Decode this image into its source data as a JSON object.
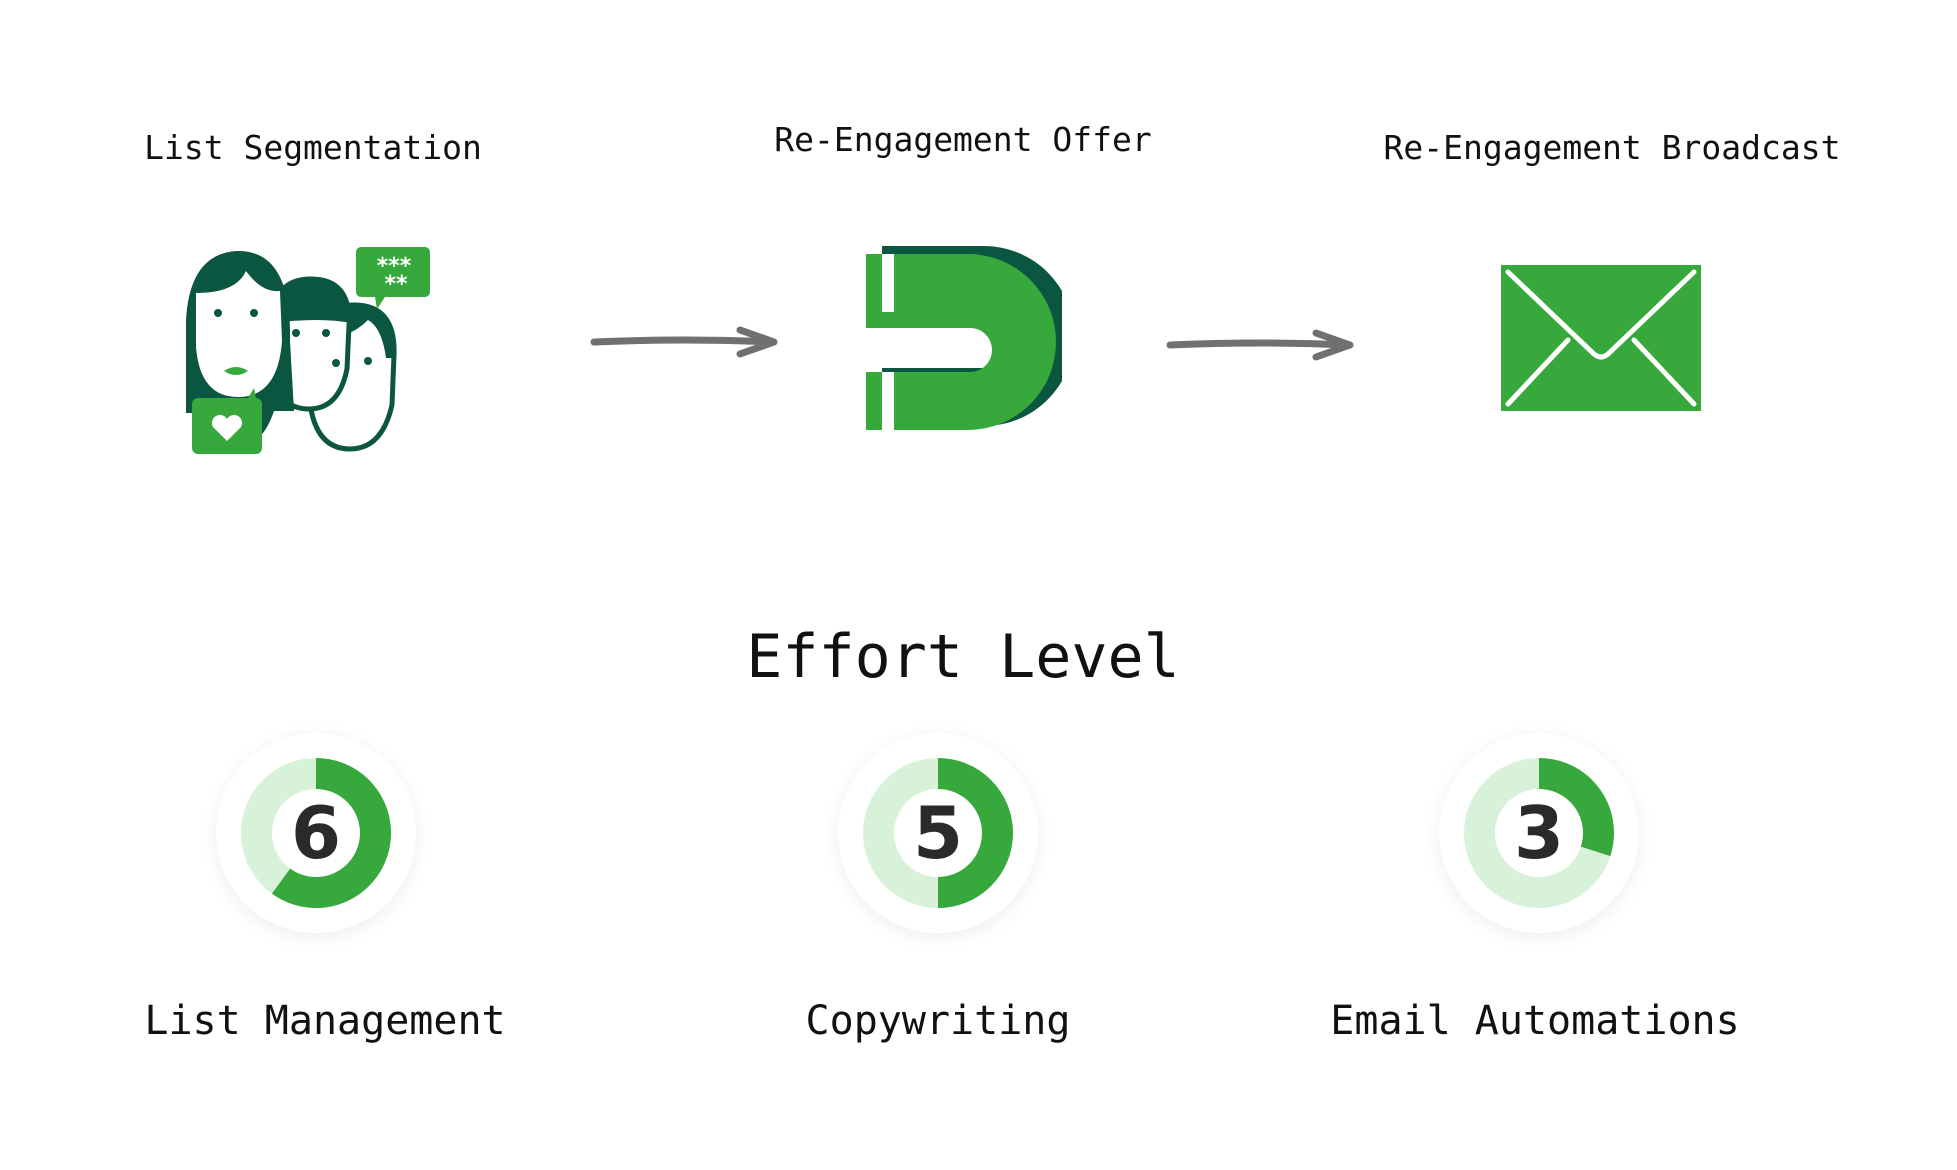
{
  "steps": [
    {
      "title": "List Segmentation",
      "icon": "people-segmentation-icon"
    },
    {
      "title": "Re-Engagement Offer",
      "icon": "magnet-icon"
    },
    {
      "title": "Re-Engagement Broadcast",
      "icon": "envelope-icon"
    }
  ],
  "effort": {
    "title": "Effort Level",
    "max": 10,
    "items": [
      {
        "label": "List Management",
        "value": 6,
        "display": "6"
      },
      {
        "label": "Copywriting",
        "value": 5,
        "display": "5"
      },
      {
        "label": "Email Automations",
        "value": 3,
        "display": "3"
      }
    ]
  },
  "colors": {
    "dark_green": "#0b5640",
    "green": "#37a83b",
    "light_green": "#d8f1d9",
    "arrow": "#707070"
  }
}
